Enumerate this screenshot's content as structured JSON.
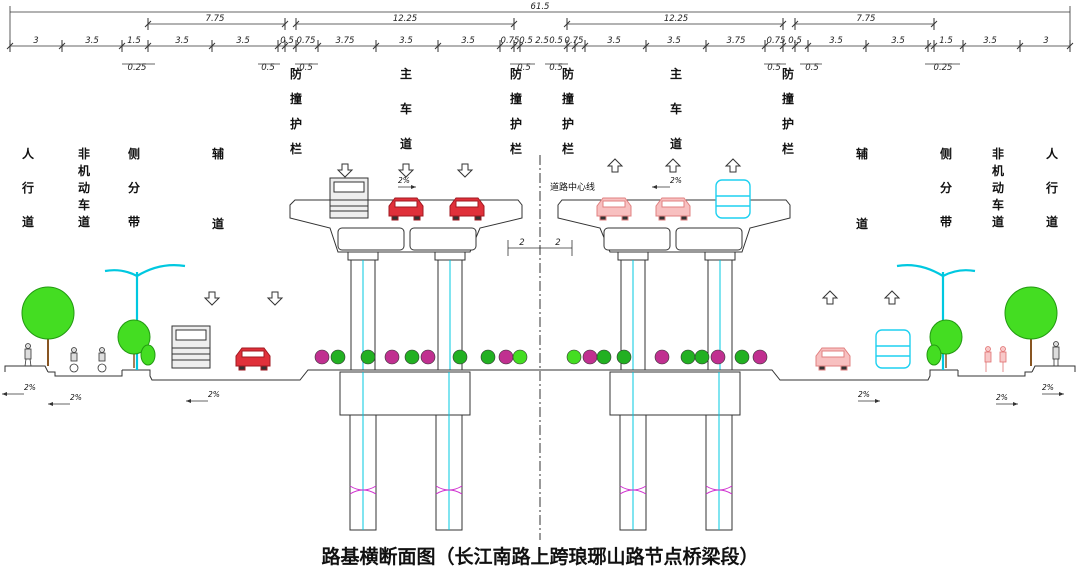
{
  "total_width": "61.5",
  "group_dims": {
    "left_main": "12.25",
    "right_main": "12.25",
    "left_aux": "7.75",
    "right_aux": "7.75"
  },
  "segments": [
    "3",
    "3.5",
    "1.5",
    "3.5",
    "3.5",
    "0.5",
    "0.75",
    "3.75",
    "3.5",
    "3.5",
    "0.75",
    "0.5",
    "2.5",
    "0.5",
    "0.75",
    "3.5",
    "3.5",
    "3.75",
    "0.75",
    "0.5",
    "3.5",
    "3.5",
    "1.5",
    "3.5",
    "3"
  ],
  "sub_dims": {
    "l025": "0.25",
    "l05a": "0.5",
    "l05b": "0.5",
    "m05a": "0.5",
    "m05b": "0.5",
    "r05a": "0.5",
    "r05b": "0.5",
    "r025": "0.25"
  },
  "labels": {
    "sidewalk": "人行道",
    "non_motor": "非机动车道",
    "side_strip": "侧分带",
    "aux_road": "辅道",
    "barrier": "防撞护栏",
    "main_road": "主车道",
    "centerline": "道路中心线"
  },
  "slopes": {
    "s": "2%"
  },
  "gap": {
    "left": "2",
    "right": "2"
  },
  "title": "路基横断面图（长江南路上跨琅琊山路节点桥梁段）",
  "colors": {
    "line": "#333333",
    "cyan": "#00c8e0",
    "red": "#e0303a",
    "pink": "#f4a6a6",
    "green": "#22b022",
    "blue_bus": "#1ed0f0",
    "magenta": "#c03090"
  }
}
